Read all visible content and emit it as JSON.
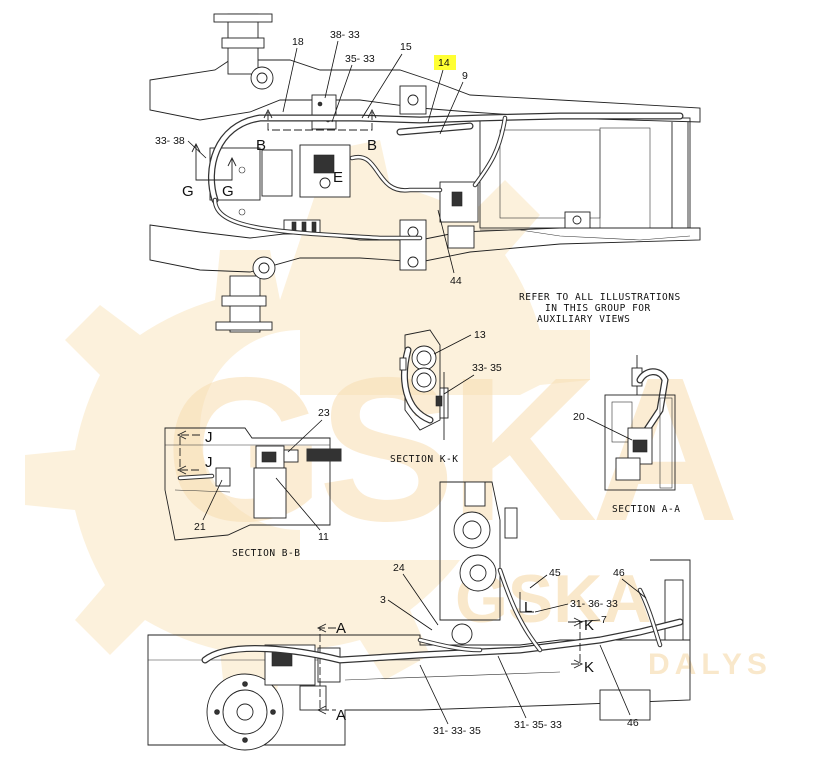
{
  "watermark": {
    "brand": "GSKA",
    "sub_brand": "GSKA",
    "sub_text": "DALYS",
    "color": "#f6d9a8"
  },
  "highlight_color": "#ffff33",
  "callouts": {
    "c18": "18",
    "c38_33": "38- 33",
    "c35_33": "35- 33",
    "c15": "15",
    "c14": "14",
    "c9": "9",
    "c33_38": "33- 38",
    "c44": "44",
    "c13": "13",
    "c33_35": "33- 35",
    "c20": "20",
    "c23": "23",
    "c21": "21",
    "c11": "11",
    "c24": "24",
    "c45": "45",
    "c46_top": "46",
    "c3": "3",
    "c31_36_33": "31- 36- 33",
    "c7": "7",
    "c31_33_35": "31- 33- 35",
    "c31_35_33": "31- 35- 33",
    "c46_bottom": "46"
  },
  "view_letters": {
    "b_left": "B",
    "b_right": "B",
    "g_left": "G",
    "g_right": "G",
    "e": "E",
    "j_top": "J",
    "j_bottom": "J",
    "a_top": "A",
    "a_bottom": "A",
    "k_top": "K",
    "k_bottom": "K",
    "l": "L"
  },
  "notes": {
    "line1": "REFER TO ALL ILLUSTRATIONS",
    "line2": "IN THIS GROUP FOR",
    "line3": "AUXILIARY VIEWS"
  },
  "sections": {
    "kk": "SECTION K-K",
    "aa": "SECTION A-A",
    "bb": "SECTION B-B"
  }
}
